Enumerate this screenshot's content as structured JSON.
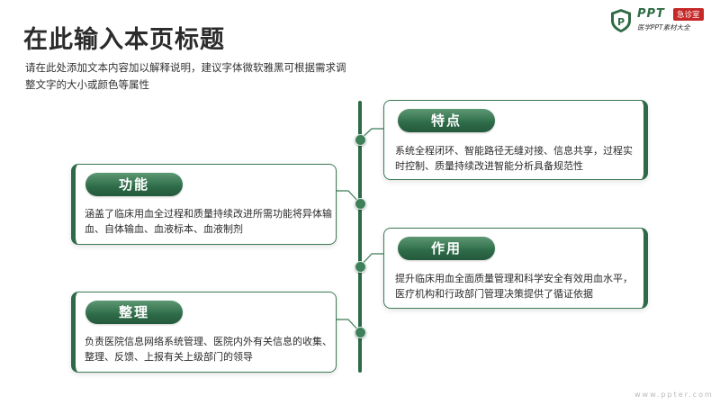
{
  "slide": {
    "title": "在此输入本页标题",
    "subtitle": "请在此处添加文本内容加以解释说明，建议字体微软雅黑可根据需求调整文字的大小或颜色等属性"
  },
  "logo": {
    "brand": "PPT",
    "badge": "急诊室",
    "tagline": "医学PPT素材大全",
    "icon_letter": "P"
  },
  "cards": {
    "tedian": {
      "title": "特点",
      "text": "系统全程闭环、智能路径无缝对接、信息共享，过程实时控制、质量持续改进智能分析具备规范性"
    },
    "gongneng": {
      "title": "功能",
      "text": "涵盖了临床用血全过程和质量持续改进所需功能将异体输血、自体输血、血液标本、血液制剂"
    },
    "zuoyong": {
      "title": "作用",
      "text": "提升临床用血全面质量管理和科学安全有效用血水平，医疗机构和行政部门管理决策提供了循证依据"
    },
    "zhengli": {
      "title": "整理",
      "text": "负责医院信息网络系统管理、医院内外有关信息的收集、整理、反馈、上报有关上级部门的领导"
    }
  },
  "footer": {
    "watermark": "www.ppter.com"
  },
  "colors": {
    "accent": "#2d6b48",
    "badge": "#c62828"
  }
}
